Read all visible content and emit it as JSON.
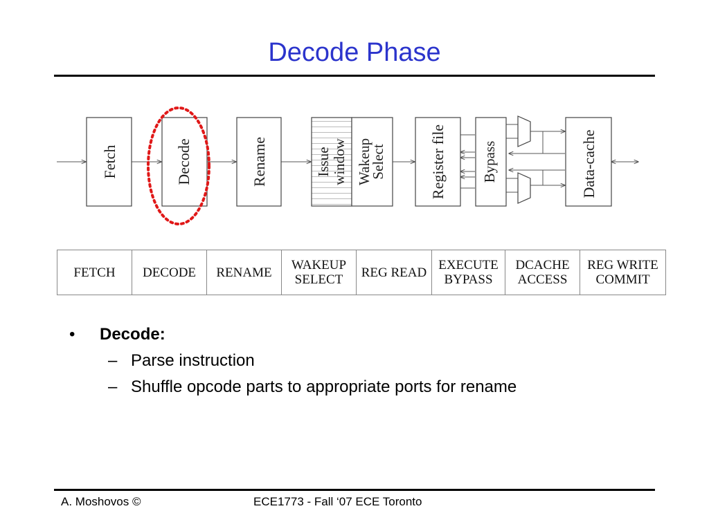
{
  "title": "Decode Phase",
  "diagram": {
    "blocks": {
      "fetch": "Fetch",
      "decode": "Decode",
      "rename": "Rename",
      "issue_line1": "Issue",
      "issue_line2": "window",
      "wakeup_line1": "Wakeup",
      "wakeup_line2": "Select",
      "register_file": "Register file",
      "bypass": "Bypass",
      "data_cache": "Data-cache"
    },
    "highlight_color": "#e01818"
  },
  "stages": [
    "FETCH",
    "DECODE",
    "RENAME",
    "WAKEUP\nSELECT",
    "REG READ",
    "EXECUTE\nBYPASS",
    "DCACHE\nACCESS",
    "REG WRITE\nCOMMIT"
  ],
  "bullets": {
    "bullet_char": "•",
    "main": "Decode:",
    "dash_char": "–",
    "subs": [
      "Parse instruction",
      "Shuffle opcode parts to appropriate ports for rename"
    ]
  },
  "footer": {
    "left": "A. Moshovos ©",
    "center": "ECE1773 - Fall ‘07 ECE Toronto"
  }
}
